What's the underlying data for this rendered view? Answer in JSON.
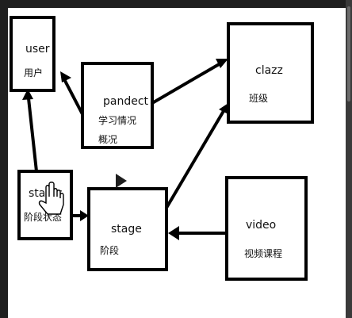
{
  "nodes": {
    "user": {
      "en": "user",
      "zh": "用户"
    },
    "pandect": {
      "en": "pandect",
      "zh_line1": "学习情况",
      "zh_line2": "概况"
    },
    "clazz": {
      "en": "clazz",
      "zh": "班级"
    },
    "status": {
      "en": "status",
      "zh": "阶段状态"
    },
    "stage": {
      "en": "stage",
      "zh": "阶段"
    },
    "video": {
      "en": "video",
      "zh": "视频课程"
    }
  },
  "colors": {
    "ink": "#000000",
    "canvas": "#ffffff",
    "frame": "#2b2b2b"
  },
  "icons": [
    "play-icon",
    "hand-cursor-icon"
  ]
}
